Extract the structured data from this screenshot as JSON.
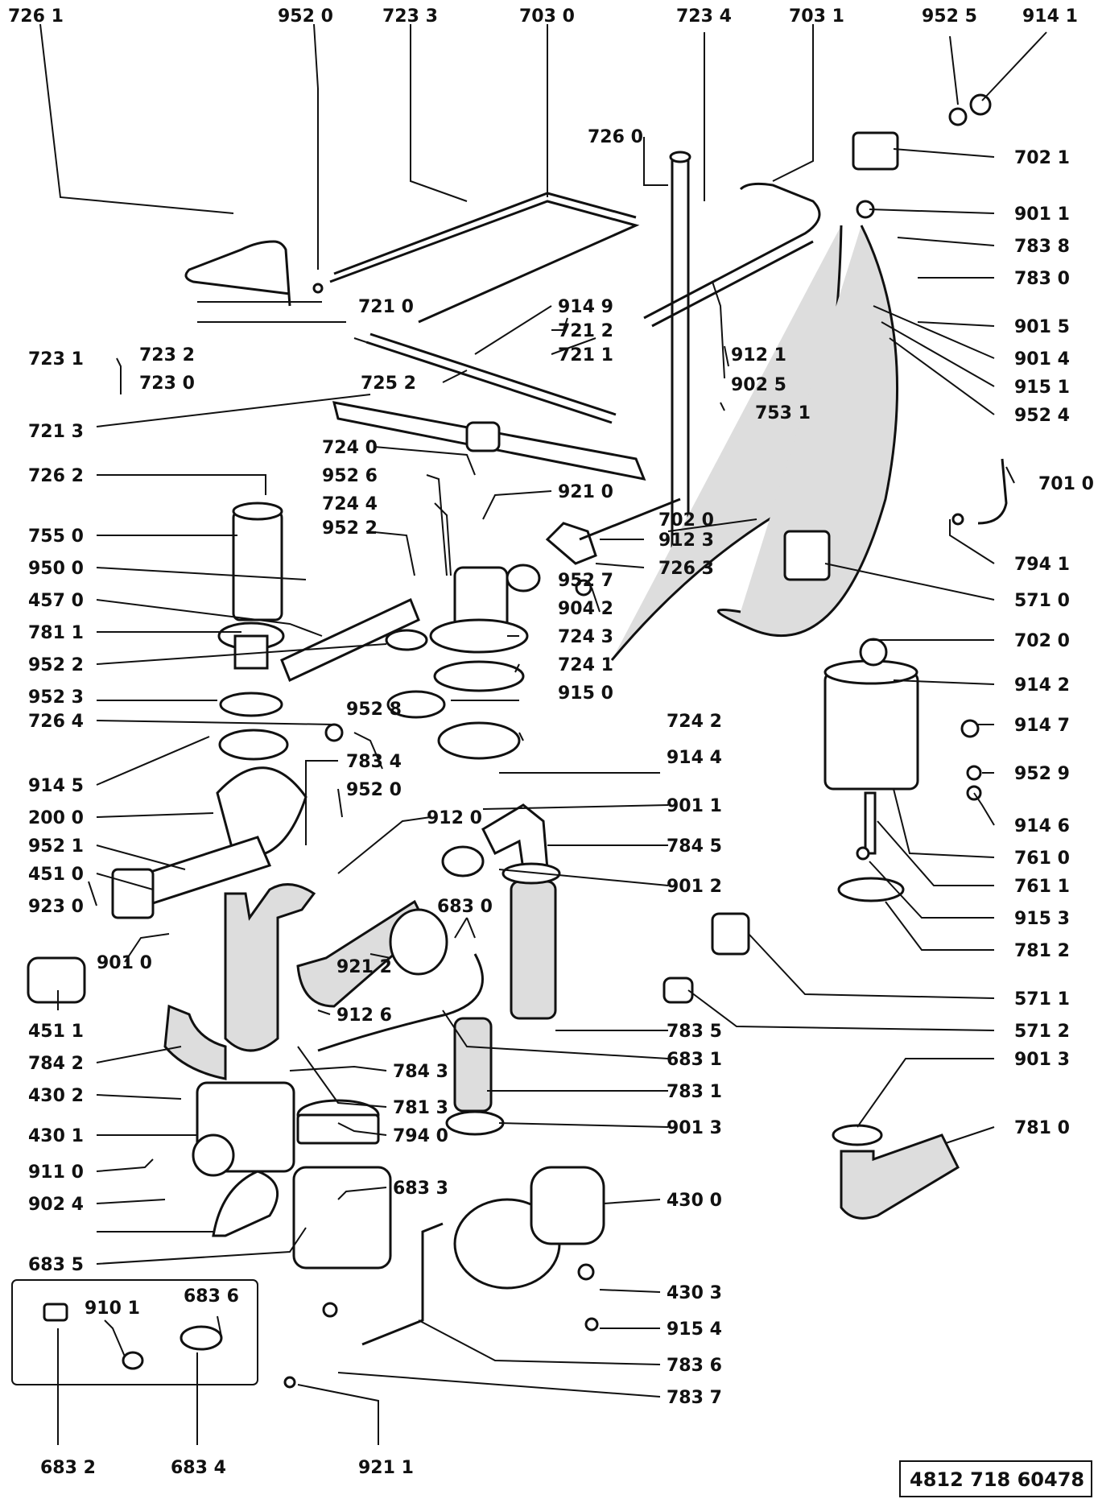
{
  "labels": [
    {
      "t": "726 1"
    },
    {
      "t": "952 0"
    },
    {
      "t": "723 3"
    },
    {
      "t": "703 0"
    },
    {
      "t": "723 4"
    },
    {
      "t": "703 1"
    },
    {
      "t": "952 5"
    },
    {
      "t": "914 1"
    },
    {
      "t": "726 0"
    },
    {
      "t": "702 1"
    },
    {
      "t": "901 1"
    },
    {
      "t": "783 8"
    },
    {
      "t": "783 0"
    },
    {
      "t": "901 5"
    },
    {
      "t": "901 4"
    },
    {
      "t": "915 1"
    },
    {
      "t": "952 4"
    },
    {
      "t": "701 0"
    },
    {
      "t": "794 1"
    },
    {
      "t": "571 0"
    },
    {
      "t": "702 0"
    },
    {
      "t": "914 2"
    },
    {
      "t": "914 7"
    },
    {
      "t": "952 9"
    },
    {
      "t": "914 6"
    },
    {
      "t": "761 0"
    },
    {
      "t": "761 1"
    },
    {
      "t": "915 3"
    },
    {
      "t": "781 2"
    },
    {
      "t": "571 1"
    },
    {
      "t": "571 2"
    },
    {
      "t": "901 3"
    },
    {
      "t": "781 0"
    },
    {
      "t": "721 0"
    },
    {
      "t": "914 9"
    },
    {
      "t": "721 2"
    },
    {
      "t": "721 1"
    },
    {
      "t": "912 1"
    },
    {
      "t": "902 5"
    },
    {
      "t": "753 1"
    },
    {
      "t": "723 1"
    },
    {
      "t": "723 2"
    },
    {
      "t": "723 0"
    },
    {
      "t": "725 2"
    },
    {
      "t": "721 3"
    },
    {
      "t": "724 0"
    },
    {
      "t": "726 2"
    },
    {
      "t": "952 6"
    },
    {
      "t": "921 0"
    },
    {
      "t": "724 4"
    },
    {
      "t": "702 0"
    },
    {
      "t": "912 3"
    },
    {
      "t": "952 2"
    },
    {
      "t": "726 3"
    },
    {
      "t": "755 0"
    },
    {
      "t": "952 7"
    },
    {
      "t": "950 0"
    },
    {
      "t": "904 2"
    },
    {
      "t": "457 0"
    },
    {
      "t": "724 3"
    },
    {
      "t": "781 1"
    },
    {
      "t": "724 1"
    },
    {
      "t": "952 2"
    },
    {
      "t": "915 0"
    },
    {
      "t": "952 3"
    },
    {
      "t": "724 2"
    },
    {
      "t": "726 4"
    },
    {
      "t": "952 8"
    },
    {
      "t": "914 4"
    },
    {
      "t": "914 5"
    },
    {
      "t": "783 4"
    },
    {
      "t": "901 1"
    },
    {
      "t": "952 0"
    },
    {
      "t": "200 0"
    },
    {
      "t": "912 0"
    },
    {
      "t": "784 5"
    },
    {
      "t": "952 1"
    },
    {
      "t": "901 2"
    },
    {
      "t": "451 0"
    },
    {
      "t": "683 0"
    },
    {
      "t": "923 0"
    },
    {
      "t": "901 0"
    },
    {
      "t": "921 2"
    },
    {
      "t": "451 1"
    },
    {
      "t": "912 6"
    },
    {
      "t": "783 5"
    },
    {
      "t": "784 2"
    },
    {
      "t": "683 1"
    },
    {
      "t": "784 3"
    },
    {
      "t": "783 1"
    },
    {
      "t": "781 3"
    },
    {
      "t": "430 2"
    },
    {
      "t": "794 0"
    },
    {
      "t": "901 3"
    },
    {
      "t": "430 1"
    },
    {
      "t": "683 3"
    },
    {
      "t": "430 0"
    },
    {
      "t": "911 0"
    },
    {
      "t": "902 4"
    },
    {
      "t": "683 5"
    },
    {
      "t": "910 1"
    },
    {
      "t": "683 6"
    },
    {
      "t": "430 3"
    },
    {
      "t": "915 4"
    },
    {
      "t": "783 6"
    },
    {
      "t": "783 7"
    },
    {
      "t": "683 2"
    },
    {
      "t": "683 4"
    },
    {
      "t": "921 1"
    }
  ],
  "reference": "4812 718  60478"
}
